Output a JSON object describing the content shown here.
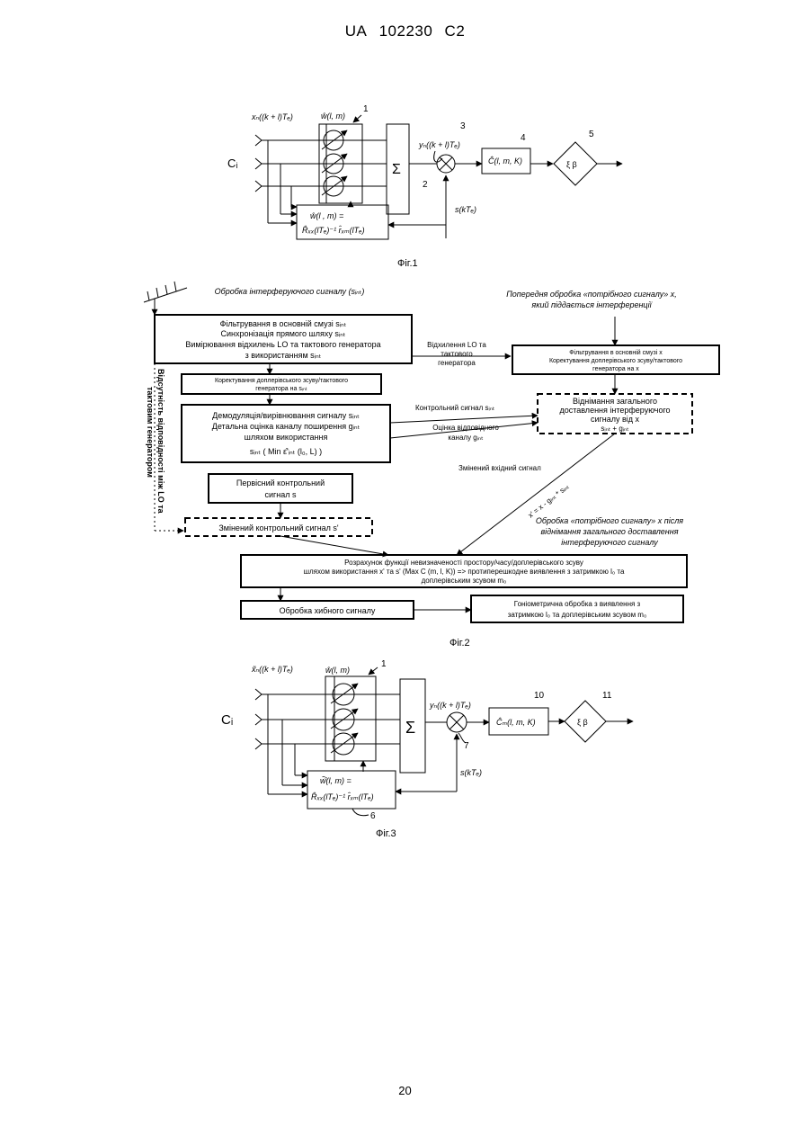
{
  "header": {
    "country": "UA",
    "number": "102230",
    "kind": "C2"
  },
  "footer": {
    "page_number": "20"
  },
  "fig1": {
    "caption": "Фіг.1",
    "input_label": "xₙ((k + l)Tₑ)",
    "weight_label": "ŵ(l, m)",
    "channel_label": "Cᵢ",
    "sum_symbol": "Σ",
    "output_label": "yₙ((k + l)Tₑ)",
    "corr_label": "Ĉ(l, m, K)",
    "detector_label": "ξ β",
    "ref_label": "s(kTₑ)",
    "calc_line1": "ŵ(l , m) =",
    "calc_line2": "R̂ₓₓ(lTₑ)⁻¹ r̂ₓₘ(lTₑ)",
    "num1": "1",
    "num2": "2",
    "num3": "3",
    "num4": "4",
    "num5": "5"
  },
  "fig2": {
    "caption": "Фіг.2",
    "interfering_title": "Обробка інтерферуючого сигналу (sᵢₙₜ)",
    "box1_lines": [
      "Фільтрування в основній смузі sᵢₙₜ",
      "Синхронізація прямого шляху sᵢₙₜ",
      "Вимірювання відхилень LO та тактового генератора",
      "з використанням sᵢₙₜ"
    ],
    "lo_deviation_label": [
      "Відхилення LO та",
      "тактового",
      "генератора"
    ],
    "useful_title": [
      "Попередня обробка «потрібного сигналу» x,",
      "який піддається інтерференції"
    ],
    "box_right1_lines": [
      "Фільтрування в основній смузі x",
      "Коректування доплерівського зсуву/тактового",
      "генератора на x"
    ],
    "box2_lines": [
      "Коректування доплерівського зсуву/тактового",
      "генератора на sᵢₙₜ"
    ],
    "side_label": [
      "Відсутність відповідності між LO та",
      "тактовим генератором"
    ],
    "control_signal_label": "Контрольний сигнал sᵢₙₜ",
    "channel_estimate_label": [
      "Оцінка відповідного",
      "каналу gᵢₙₜ"
    ],
    "box_dashed_right_lines": [
      "Віднімання загального",
      "доставлення інтерферуючого",
      "сигналу від x",
      "sᵢₙₜ + gᵢₙₜ"
    ],
    "box3_lines": [
      "Демодуляція/вирівнювання сигналу sᵢₙₜ",
      "Детальна оцінка каналу поширення gᵢₙₜ",
      "шляхом використання",
      "sᵢₙₜ ( Min ε̂'ᵢₙₜ (l₀, L) )"
    ],
    "modified_input_label": "Змінений вхідний сигнал",
    "formula_label": "x' = x - gᵢₙₜ * sᵢₙₜ",
    "box4_lines": [
      "Первісний контрольний",
      "сигнал s"
    ],
    "box5_label": "Змінений контрольний сигнал s'",
    "useful_after_label": [
      "Обробка «потрібного сигналу» x після",
      "віднімання загального доставлення",
      "інтерферуючого сигналу"
    ],
    "box6_lines": [
      "Розрахунок функції невизначеності простору/часу/доплерівського зсуву",
      "шляхом використання x' та s' (Max C (m, l, K)) => протиперешкодне виявлення з затримкою l₀ та",
      "доплерівським зсувом m₀"
    ],
    "box7_label": "Обробка хибного сигналу",
    "box8_lines": [
      "Гоніометрична обробка з виявлення з",
      "затримкою l₀ та доплерівським зсувом m₀"
    ]
  },
  "fig3": {
    "caption": "Фіг.3",
    "input_label": "x̃ₙ((k + l)Tₑ)",
    "weight_label": "ŵ(l, m)",
    "channel_label": "Cᵢ",
    "sum_symbol": "Σ",
    "output_label": "yₙ((k + l)Tₑ)",
    "corr_label": "Ĉₘ(l, m, K)",
    "detector_label": "ξ β",
    "ref_label": "s(kTₑ)",
    "calc_line1": "w̃̂(l, m) =",
    "calc_line2": "R̂ₓₓ(lTₑ)⁻¹ r̂ₓₘ(lTₑ)",
    "num1": "1",
    "num6": "6",
    "num7": "7",
    "num10": "10",
    "num11": "11"
  }
}
